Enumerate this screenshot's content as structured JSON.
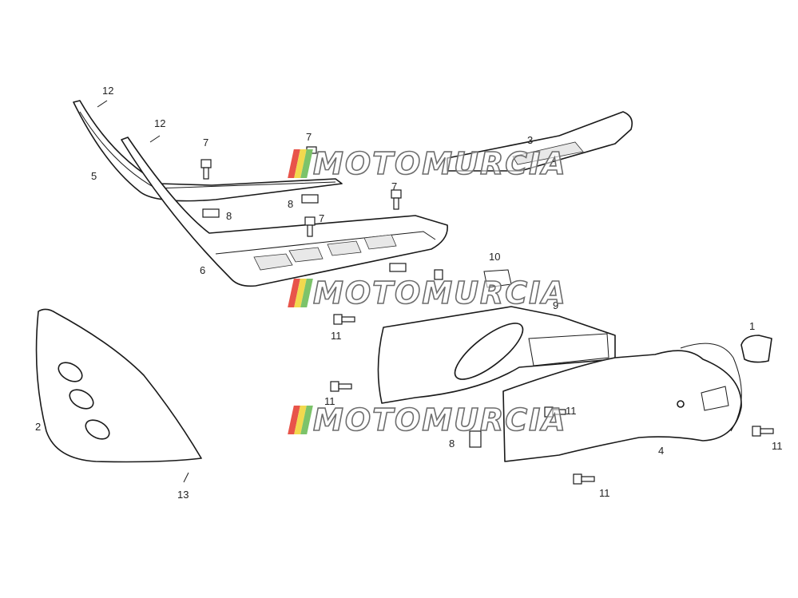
{
  "callouts": {
    "n1": "1",
    "n2": "2",
    "n3": "3",
    "n4": "4",
    "n5": "5",
    "n6": "6",
    "n7a": "7",
    "n7b": "7",
    "n7c": "7",
    "n7d": "7",
    "n8a": "8",
    "n8b": "8",
    "n8c": "8",
    "n9": "9",
    "n10": "10",
    "n11a": "11",
    "n11b": "11",
    "n11c": "11",
    "n11d": "11",
    "n11e": "11",
    "n12a": "12",
    "n12b": "12",
    "n13": "13"
  },
  "watermark": {
    "text": "MOTOMURCIA",
    "colors": [
      "#e8544a",
      "#f2d94e",
      "#7cc36a"
    ]
  }
}
